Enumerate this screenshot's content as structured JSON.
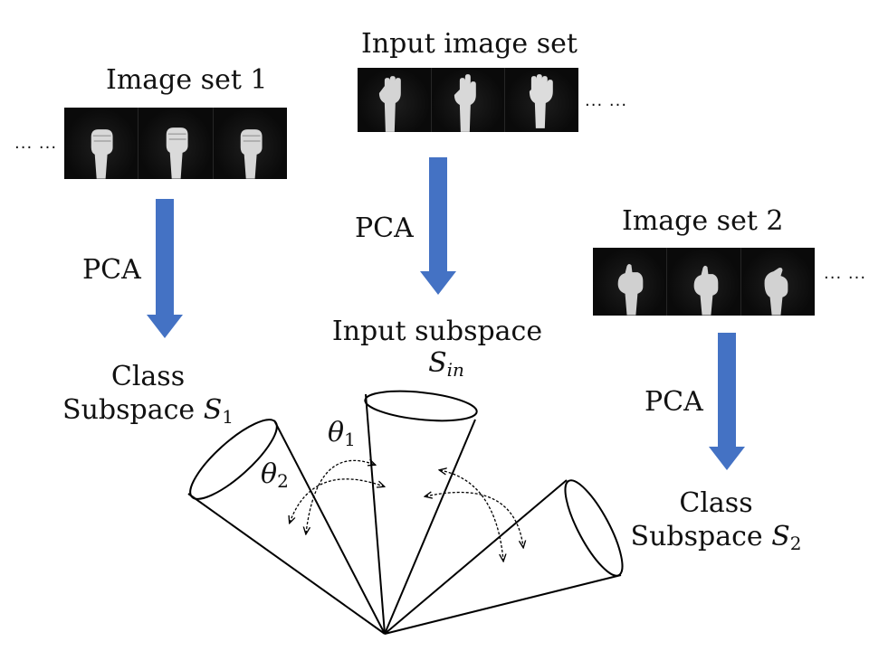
{
  "sets": [
    {
      "title": "Image set 1",
      "dots": "... ...",
      "frames": [
        "fist",
        "fist",
        "fist"
      ]
    },
    {
      "title": "Input image set",
      "dots": "... ...",
      "frames": [
        "palm",
        "palm",
        "palm"
      ]
    },
    {
      "title": "Image set 2",
      "dots": "... ...",
      "frames": [
        "point",
        "point",
        "point"
      ]
    }
  ],
  "arrows": [
    {
      "label": "PCA"
    },
    {
      "label": "PCA"
    },
    {
      "label": "PCA"
    }
  ],
  "subspaces": {
    "class1": {
      "line1": "Class",
      "line2": "Subspace",
      "symbol": "S",
      "sub": "1"
    },
    "input": {
      "line1": "Input subspace",
      "symbol": "S",
      "sub": "in"
    },
    "class2": {
      "line1": "Class",
      "line2": "Subspace",
      "symbol": "S",
      "sub": "2"
    }
  },
  "angles": [
    {
      "symbol": "θ",
      "sub": "1"
    },
    {
      "symbol": "θ",
      "sub": "2"
    }
  ],
  "colors": {
    "arrow": "#4472c4",
    "line": "#000000"
  }
}
